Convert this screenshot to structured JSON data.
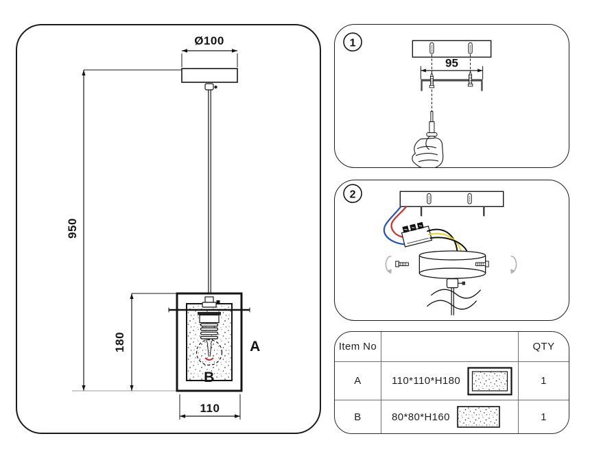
{
  "left_panel": {
    "canopy_diameter_label": "Ø100",
    "overall_height_label": "950",
    "shade_height_label": "180",
    "shade_width_label": "110",
    "frame_label": "A",
    "glass_label": "B"
  },
  "steps": {
    "step1": {
      "number": "1",
      "bracket_width_label": "95"
    },
    "step2": {
      "number": "2"
    }
  },
  "parts_table": {
    "header": {
      "item_no": "Item No",
      "qty": "QTY"
    },
    "rows": [
      {
        "item": "A",
        "size": "110*110*H180",
        "qty": "1"
      },
      {
        "item": "B",
        "size": "80*80*H160",
        "qty": "1"
      }
    ]
  },
  "colors": {
    "line": "#1a1a1a",
    "wire_red": "#d42a2a",
    "wire_blue": "#2050c8",
    "wire_yellow": "#e8d41c",
    "filament_red": "#cc1111",
    "rotation_gray": "#b0b0b0"
  }
}
